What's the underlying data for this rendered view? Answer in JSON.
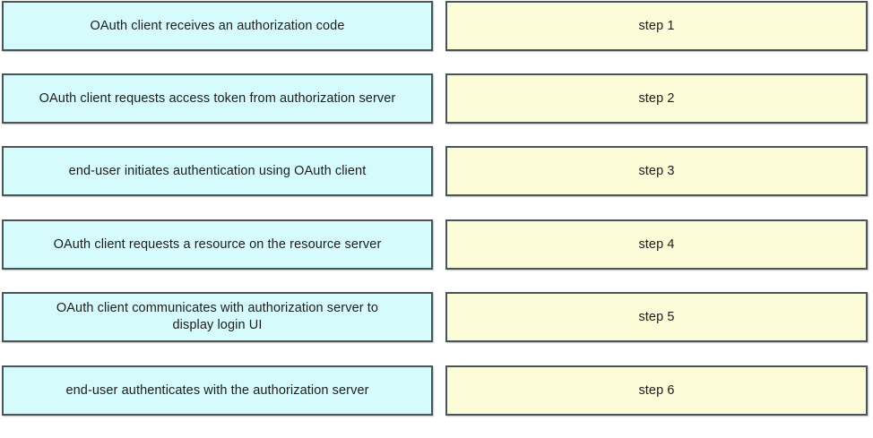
{
  "colors": {
    "source_fill": "#d6fbfd",
    "target_fill": "#fcfcd8",
    "border": "#4a5557",
    "text": "#1d1d1d",
    "background": "#ffffff"
  },
  "rows": [
    {
      "source_label": "OAuth client receives an authorization code",
      "target_label": "step 1"
    },
    {
      "source_label": "OAuth client requests access token from authorization server",
      "target_label": "step 2"
    },
    {
      "source_label": "end-user initiates authentication using OAuth client",
      "target_label": "step 3"
    },
    {
      "source_label": "OAuth client requests a resource on the resource server",
      "target_label": "step 4"
    },
    {
      "source_label": "OAuth client communicates with authorization server to\ndisplay login UI",
      "target_label": "step 5"
    },
    {
      "source_label": "end-user authenticates with the authorization server",
      "target_label": "step 6"
    }
  ]
}
